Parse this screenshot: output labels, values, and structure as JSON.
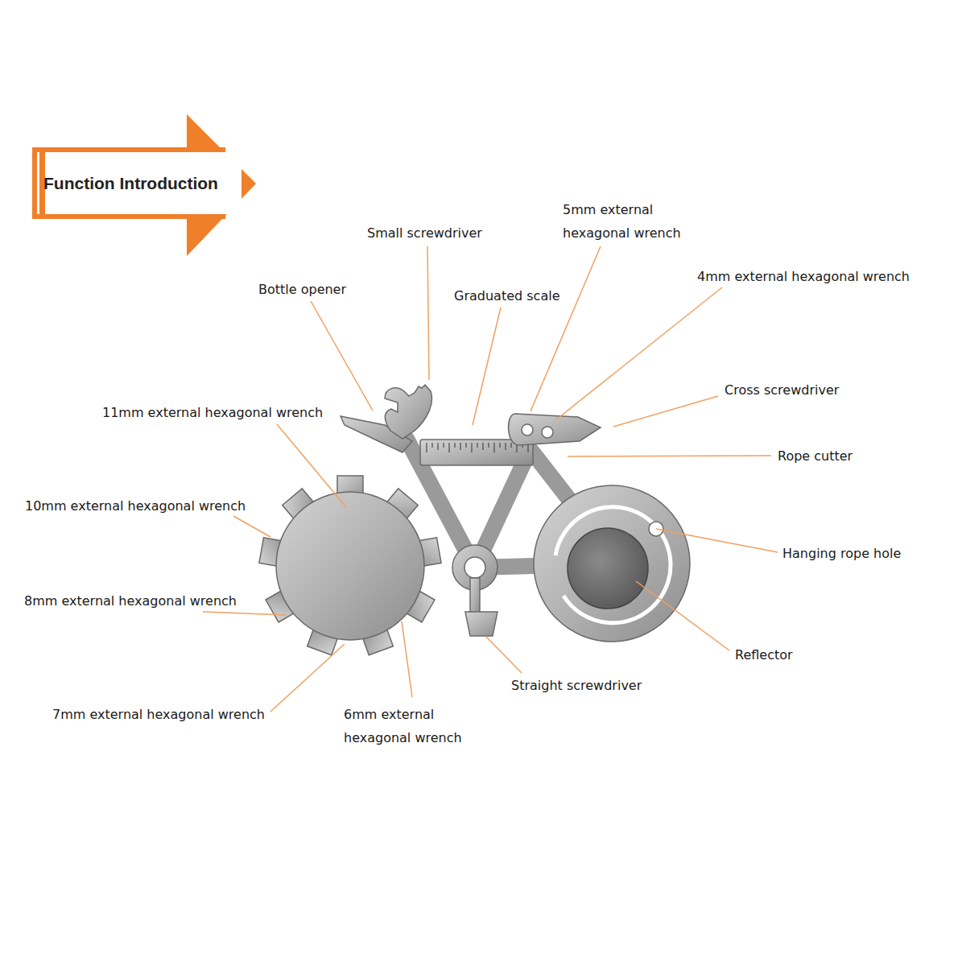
{
  "diagram": {
    "nodes": [
      {
        "text": [
          "Function Introduction"
        ]
      }
    ],
    "labels": [
      "Small screwdriver",
      "5mm external hexagonal wrench",
      "Bottle opener",
      "Graduated scale",
      "4mm external hexagonal wrench",
      "11mm external hexagonal wrench",
      "Cross screwdriver",
      "Rope cutter",
      "10mm external hexagonal wrench",
      "Hanging rope hole",
      "8mm external hexagonal wrench",
      "Reflector",
      "Straight screwdriver",
      "7mm external hexagonal wrench",
      "6mm external hexagonal wrench"
    ]
  }
}
